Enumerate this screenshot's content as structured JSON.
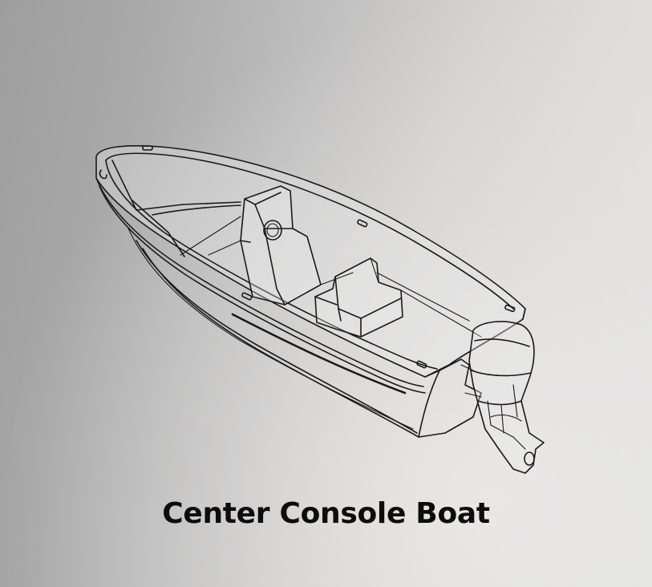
{
  "caption": "Center Console Boat",
  "illustration": {
    "subject": "center console boat with outboard motor",
    "style": "black line drawing",
    "parts": [
      "hull",
      "gunwale",
      "bow",
      "center-console",
      "console-emblem",
      "bench-seat",
      "transom",
      "outboard-motor",
      "cleats"
    ]
  },
  "colors": {
    "background_left": "#9e9e9e",
    "background_right": "#e4e3e2",
    "line": "#1a1a1a",
    "caption": "#0c0c0c"
  }
}
